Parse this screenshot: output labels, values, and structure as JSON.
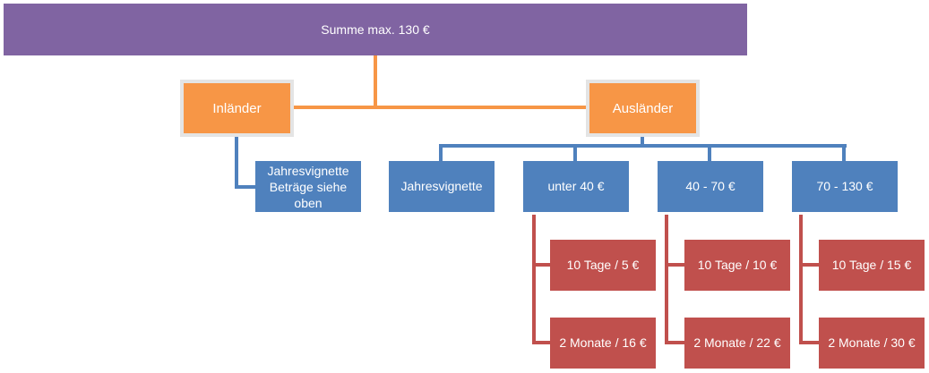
{
  "root": {
    "label": "Summe max. 130 €"
  },
  "groups": [
    {
      "label": "Inländer"
    },
    {
      "label": "Ausländer"
    }
  ],
  "inlaender_child": {
    "lines": [
      "Jahresvignette",
      "Beträge siehe",
      "oben"
    ]
  },
  "auslaender_children": [
    {
      "label": "Jahresvignette"
    },
    {
      "label": "unter 40 €"
    },
    {
      "label": "40 - 70 €"
    },
    {
      "label": "70 - 130 €"
    }
  ],
  "leaves": [
    {
      "label": "10 Tage / 5 €"
    },
    {
      "label": "2 Monate / 16 €"
    },
    {
      "label": "10 Tage / 10 €"
    },
    {
      "label": "2 Monate / 22 €"
    },
    {
      "label": "10 Tage / 15 €"
    },
    {
      "label": "2 Monate / 30 €"
    }
  ],
  "colors": {
    "root": "#8064a2",
    "group": "#f79646",
    "category": "#4f81bd",
    "leaf": "#c0504d"
  }
}
